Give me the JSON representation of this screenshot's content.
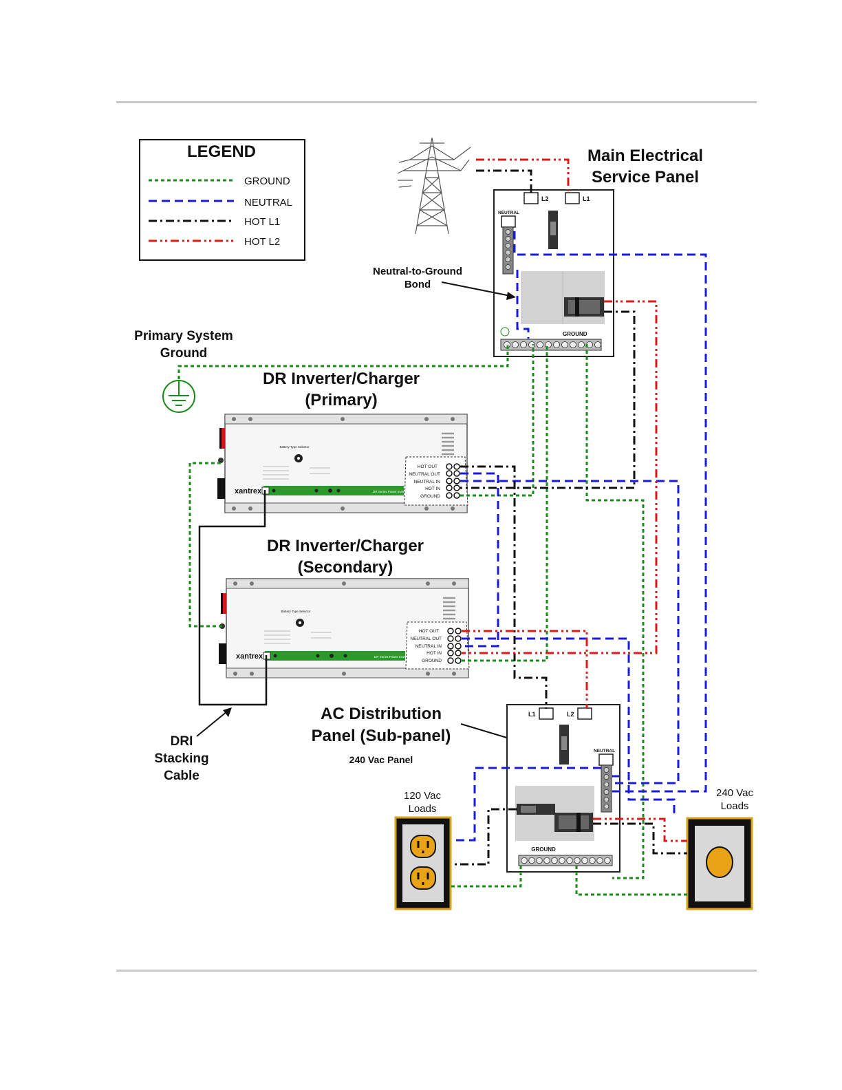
{
  "legend": {
    "title": "LEGEND",
    "items": [
      {
        "label": "GROUND",
        "color": "#1a8a1a"
      },
      {
        "label": "NEUTRAL",
        "color": "#1a1adc"
      },
      {
        "label": "HOT L1",
        "color": "#111111"
      },
      {
        "label": "HOT L2",
        "color": "#e01818"
      }
    ]
  },
  "main_panel": {
    "title_line1": "Main Electrical",
    "title_line2": "Service Panel",
    "l1": "L1",
    "l2": "L2",
    "neutral": "NEUTRAL",
    "ground": "GROUND"
  },
  "bond": {
    "line1": "Neutral-to-Ground",
    "line2": "Bond"
  },
  "system_ground": {
    "line1": "Primary System",
    "line2": "Ground"
  },
  "primary": {
    "title_line1": "DR Inverter/Charger",
    "title_line2": "(Primary)",
    "brand": "xantrex",
    "selector": "Battery Type Selector",
    "series": "DR Series Power Inverter",
    "terminals": [
      "HOT OUT",
      "NEUTRAL OUT",
      "NEUTRAL IN",
      "HOT IN",
      "GROUND"
    ]
  },
  "secondary": {
    "title_line1": "DR Inverter/Charger",
    "title_line2": "(Secondary)",
    "brand": "xantrex",
    "selector": "Battery Type Selector",
    "series": "DR Series Power Inverter",
    "terminals": [
      "HOT OUT",
      "NEUTRAL OUT",
      "NEUTRAL IN",
      "HOT IN",
      "GROUND"
    ]
  },
  "stacking": {
    "line1": "DRI",
    "line2": "Stacking",
    "line3": "Cable"
  },
  "sub_panel": {
    "title_line1": "AC Distribution",
    "title_line2": "Panel (Sub-panel)",
    "subtitle": "240 Vac Panel",
    "l1": "L1",
    "l2": "L2",
    "neutral": "NEUTRAL",
    "ground": "GROUND"
  },
  "loads120": {
    "line1": "120 Vac",
    "line2": "Loads"
  },
  "loads240": {
    "line1": "240 Vac",
    "line2": "Loads"
  }
}
